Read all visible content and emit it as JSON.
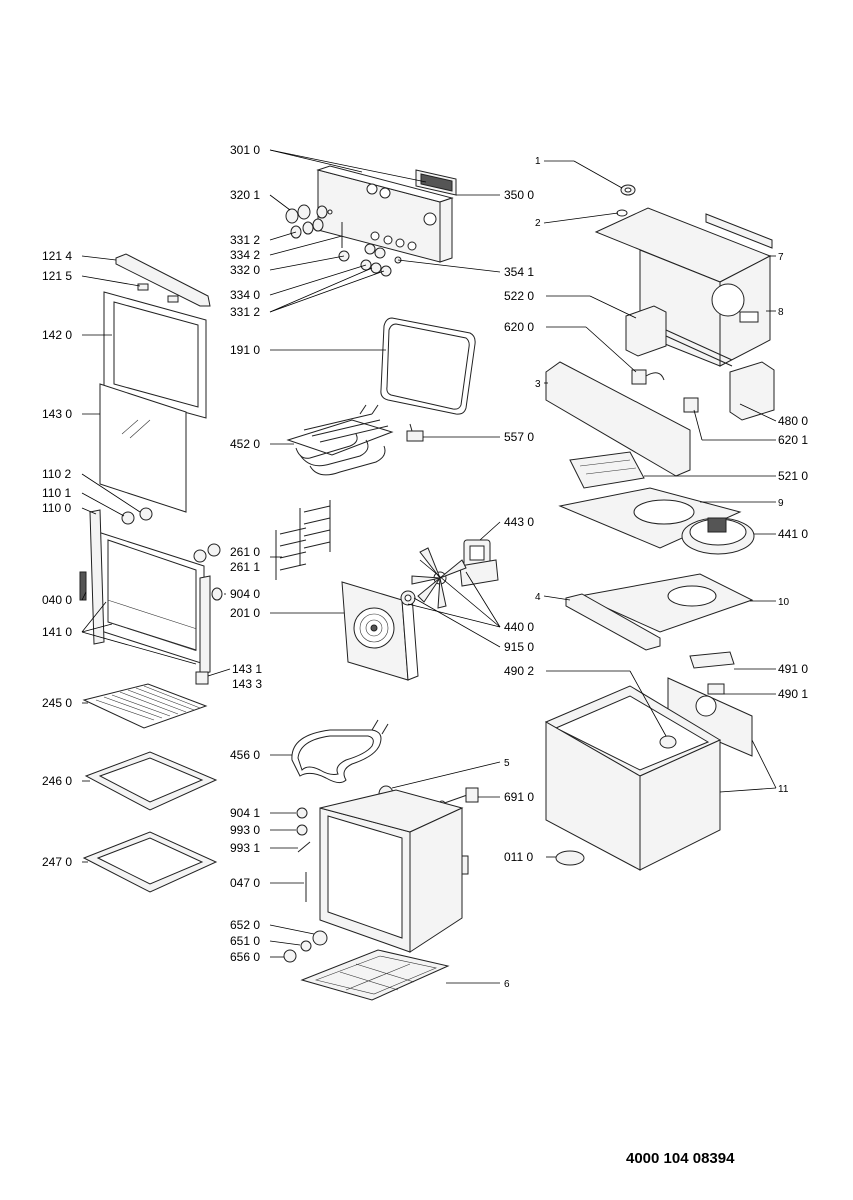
{
  "labels": {
    "p301_0": "301 0",
    "p320_1": "320 1",
    "p331_2a": "331 2",
    "p334_2": "334 2",
    "p332_0": "332 0",
    "p334_0": "334 0",
    "p331_2b": "331 2",
    "p350_0": "350 0",
    "p354_1": "354 1",
    "p191_0": "191 0",
    "p452_0": "452 0",
    "p557_0": "557 0",
    "p261_0": "261 0",
    "p261_1": "261 1",
    "p904_0": "904 0",
    "p201_0": "201 0",
    "p443_0": "443 0",
    "p440_0": "440 0",
    "p915_0": "915 0",
    "p456_0": "456 0",
    "p5": "5",
    "p691_0": "691 0",
    "p904_1": "904 1",
    "p993_0": "993 0",
    "p993_1": "993 1",
    "p047_0": "047 0",
    "p652_0": "652 0",
    "p651_0": "651 0",
    "p656_0": "656 0",
    "p6": "6",
    "p121_4": "121 4",
    "p121_5": "121 5",
    "p142_0": "142 0",
    "p143_0": "143 0",
    "p110_2": "110 2",
    "p110_1": "110 1",
    "p110_0": "110 0",
    "p040_0": "040 0",
    "p141_0": "141 0",
    "p143_1": "143 1",
    "p143_3": "143 3",
    "p245_0": "245 0",
    "p246_0": "246 0",
    "p247_0": "247 0",
    "p1": "1",
    "p2": "2",
    "p7": "7",
    "p8": "8",
    "p522_0": "522 0",
    "p620_0": "620 0",
    "p3": "3",
    "p480_0": "480 0",
    "p620_1": "620 1",
    "p521_0": "521 0",
    "p9": "9",
    "p441_0": "441 0",
    "p4": "4",
    "p10": "10",
    "p491_0": "491 0",
    "p490_2": "490 2",
    "p490_1": "490 1",
    "p11": "11",
    "p011_0": "011 0"
  },
  "reference": "4000 104 08394"
}
